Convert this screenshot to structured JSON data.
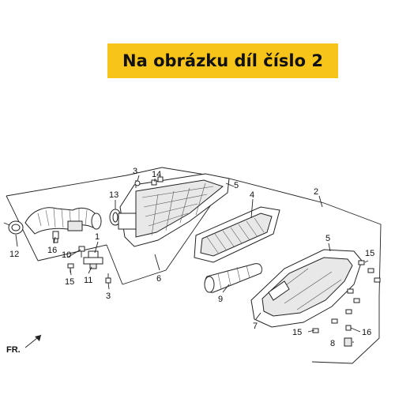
{
  "banner": {
    "text": "Na obrázku díl číslo 2",
    "color": "#f7c519"
  },
  "labels": {
    "p1": "1",
    "p2": "2",
    "p3a": "3",
    "p3b": "3",
    "p4": "4",
    "p5a": "5",
    "p5b": "5",
    "p6": "6",
    "p7": "7",
    "p8": "8",
    "p9": "9",
    "p10": "10",
    "p11": "11",
    "p12": "12",
    "p13": "13",
    "p14": "14",
    "p15a": "15",
    "p15b": "15",
    "p15c": "15",
    "p16a": "16",
    "p16b": "16"
  },
  "direction_marker": "FR."
}
